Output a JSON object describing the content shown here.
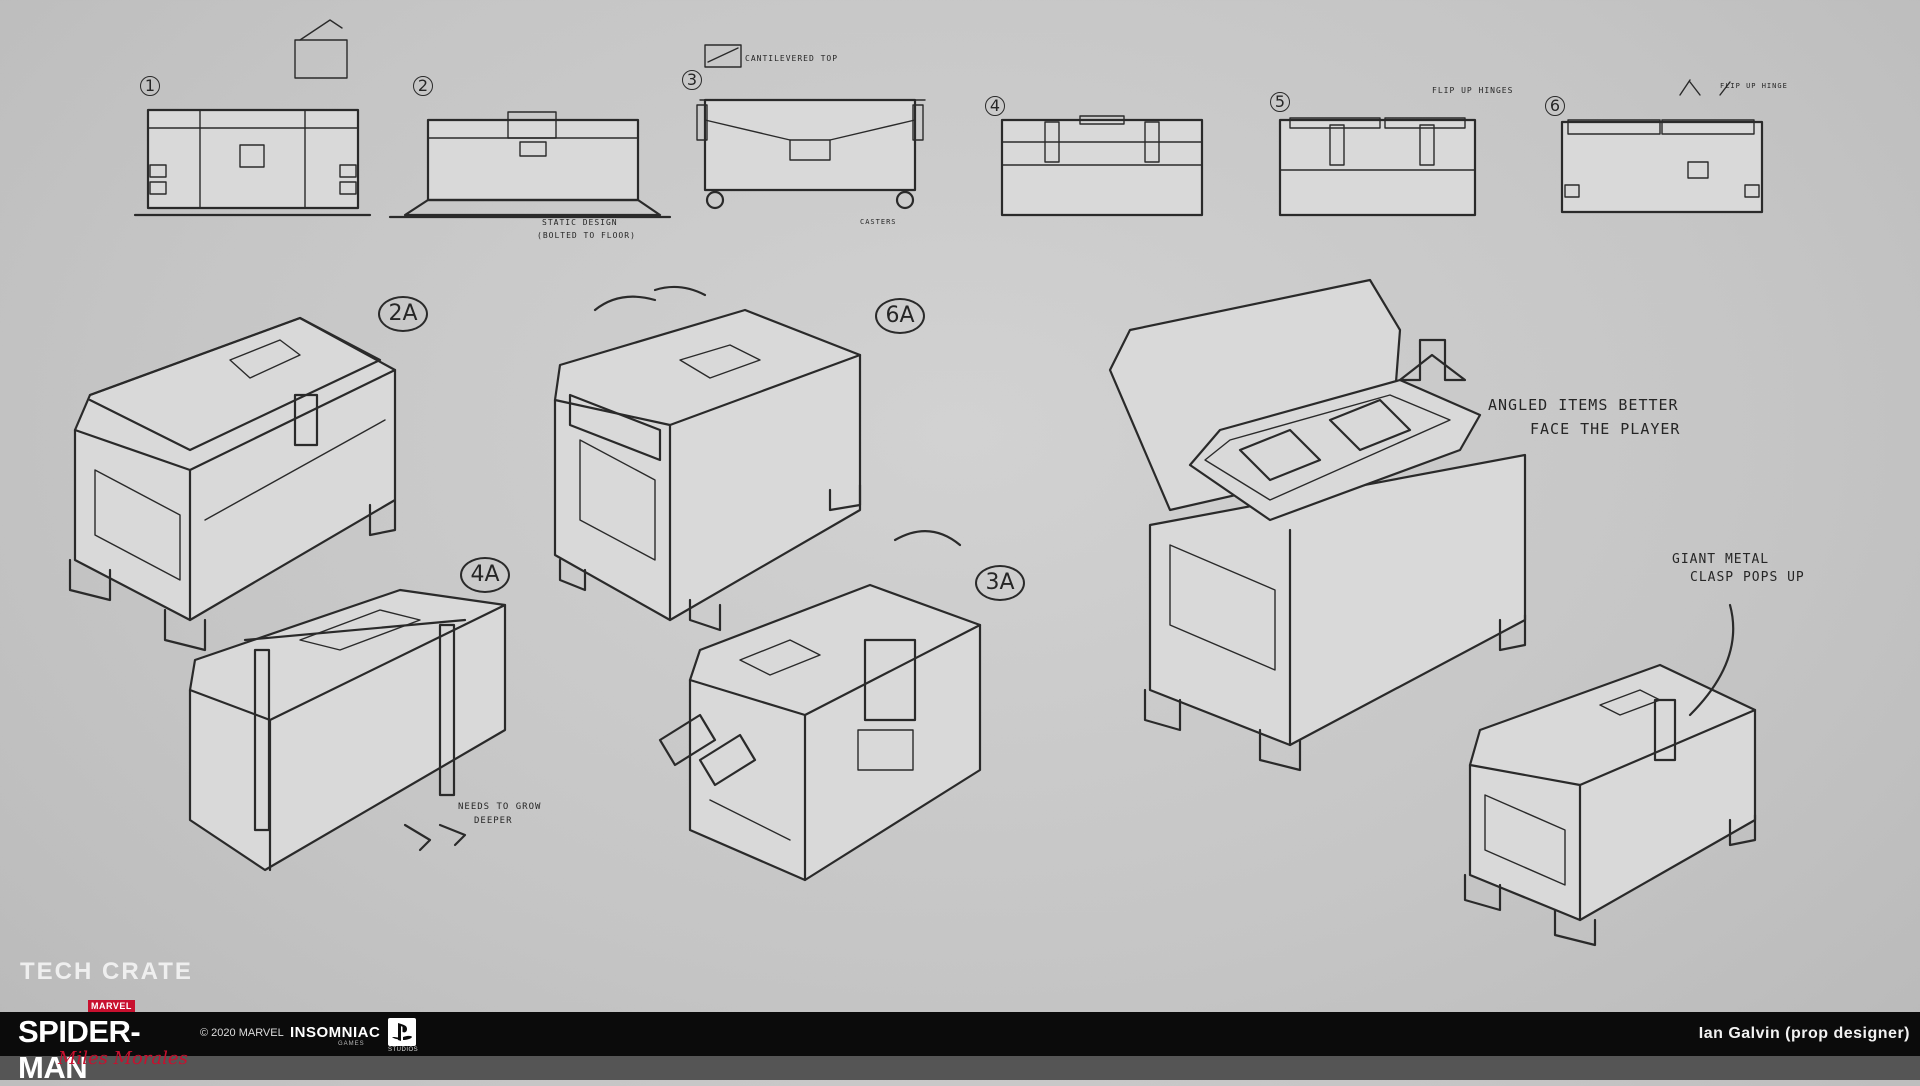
{
  "sheet": {
    "title": "TECH CRATE",
    "credit": "Ian Galvin (prop designer)",
    "copyright": "© 2020 MARVEL",
    "publisher_logo_text": "INSOMNIAC",
    "publisher_logo_sub": "GAMES",
    "platform_logo_sub": "STUDIOS",
    "game_logo_badge": "MARVEL",
    "game_logo_main": "SPIDER-MAN",
    "game_logo_sub": "Miles Morales"
  },
  "sketch_numbers": [
    "1",
    "2",
    "3",
    "4",
    "5",
    "6"
  ],
  "callouts": [
    "2A",
    "6A",
    "4A",
    "3A"
  ],
  "notes": {
    "cantilevered_top": "cantilevered top",
    "flip_up_hinges": "flip up hinges",
    "flip_up_hinge": "flip up hinge",
    "static_design": "static design",
    "bolted_to_floor": "(bolted to floor)",
    "casters": "casters",
    "angled_items_1": "angled items better",
    "angled_items_2": "face the player",
    "giant_clasp_1": "giant metal",
    "giant_clasp_2": "clasp pops up",
    "needs_to_grow_1": "needs to grow",
    "needs_to_grow_2": "deeper"
  },
  "colors": {
    "background": "#c5c5c5",
    "ink": "#2a2a2a",
    "footer_bar": "#0b0b0b",
    "brand_red": "#c8102e"
  }
}
